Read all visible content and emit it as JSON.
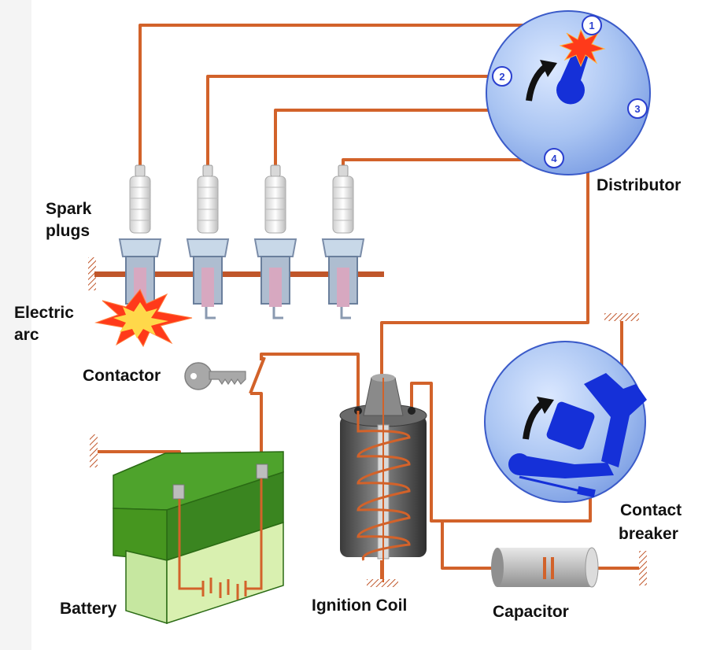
{
  "labels": {
    "spark_plugs_line1": "Spark",
    "spark_plugs_line2": "plugs",
    "electric_arc_line1": "Electric",
    "electric_arc_line2": "arc",
    "contactor": "Contactor",
    "battery": "Battery",
    "ignition_coil": "Ignition Coil",
    "capacitor": "Capacitor",
    "distributor": "Distributor",
    "contact_breaker_line1": "Contact",
    "contact_breaker_line2": "breaker"
  },
  "distributor_terminals": [
    "1",
    "2",
    "3",
    "4"
  ],
  "colors": {
    "wire": "#d2622a",
    "ground": "#c0562a",
    "disc_fill": "#a9c4f2",
    "disc_stroke": "#3b5bc9",
    "rotor": "#1530d8",
    "battery_top": "#4ea32c",
    "battery_side": "#d9f0b0",
    "coil_body": "#5a5a5a",
    "spark": "#ff3a1a",
    "spark_core": "#ffd84a"
  }
}
